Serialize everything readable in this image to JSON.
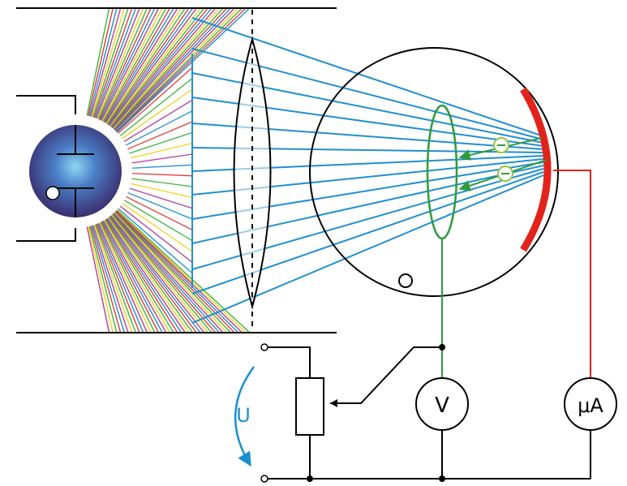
{
  "diagram": {
    "labels": {
      "voltmeter": "V",
      "microammeter": "μA",
      "voltage": "U"
    },
    "electron_charge_symbol": "−",
    "colors": {
      "ray_palette": [
        "#1f8fd0",
        "#e23a3a",
        "#3cb43c",
        "#f2d21b",
        "#b43c9b"
      ],
      "parallel_beam": "#1f8fd0",
      "cathode": "#e3231b",
      "anode_ring": "#2e9b3c",
      "electron_arrow": "#2e9b3c",
      "electron_circle": "#8ec641",
      "microammeter_wire": "#e3231b",
      "wire": "#000000",
      "voltage_arrow": "#1a8fd0",
      "lamp_inner": "#8fd7f5",
      "lamp_outer": "#3a2d6e"
    }
  }
}
